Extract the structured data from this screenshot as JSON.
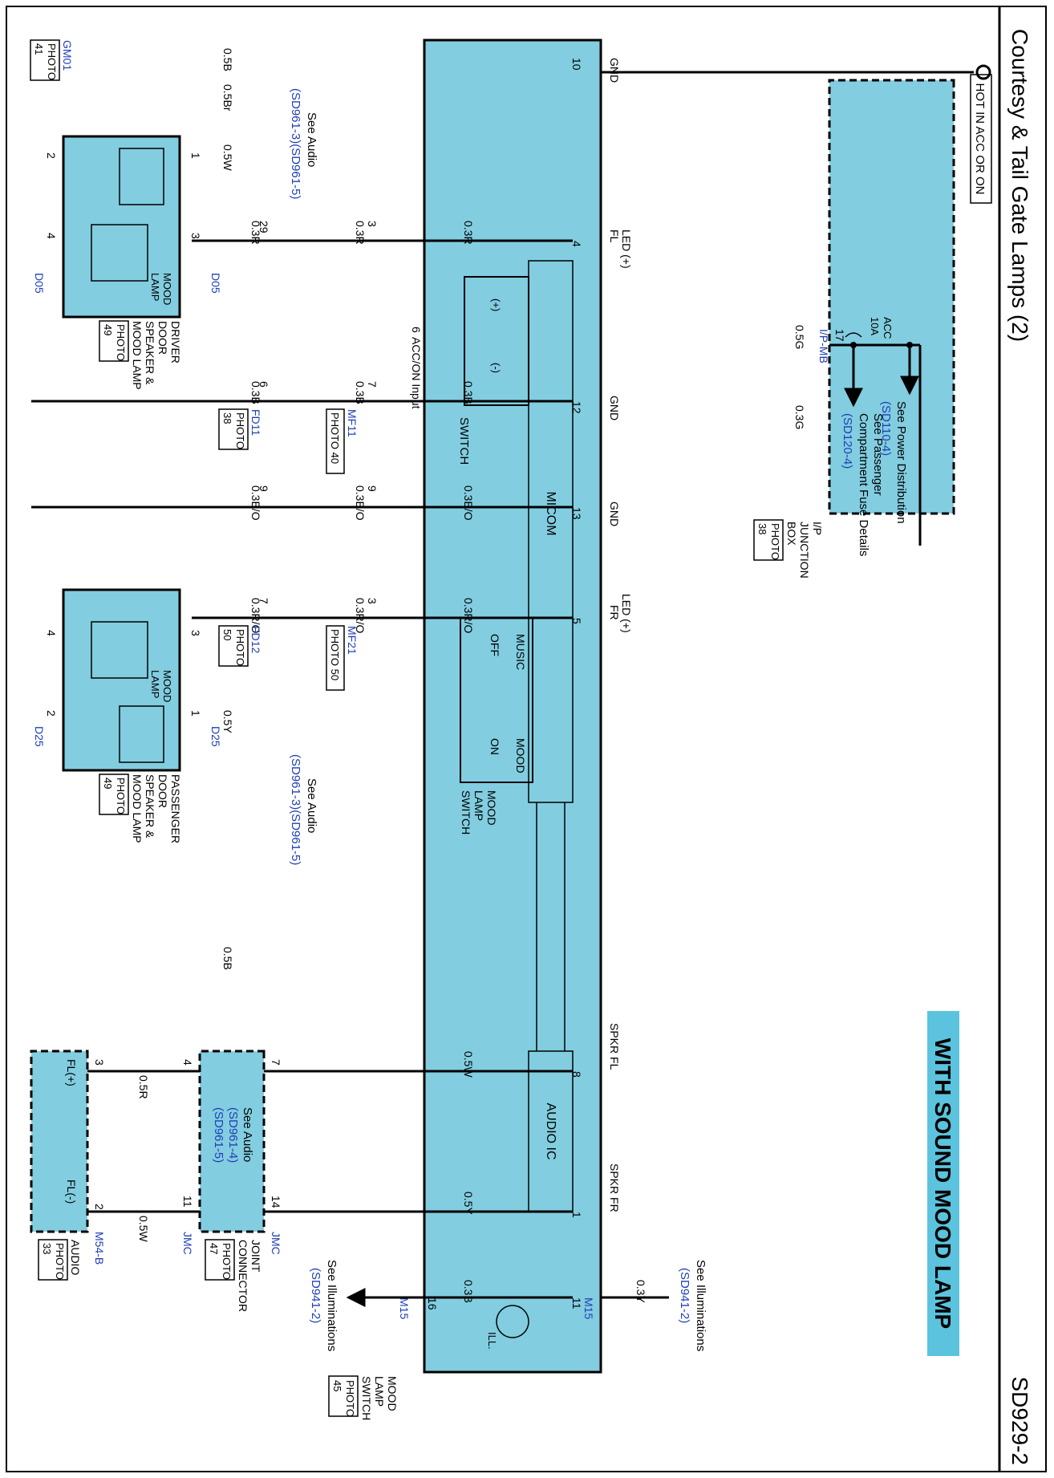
{
  "page": {
    "title": "Courtesy & Tail Gate Lamps (2)",
    "code": "SD929-2",
    "banner": "WITH SOUND MOOD LAMP"
  },
  "ipbox": {
    "hot": "HOT IN ACC OR ON",
    "fuse_name": "ACC",
    "fuse_rating": "10A",
    "pd_see": "See Power Distribution",
    "pd_ref": "(SD110-4)",
    "pf_see1": "See Passenger",
    "pf_see2": "Compartment Fuse Details",
    "pf_ref": "(SD120-4)",
    "label": [
      "I/P",
      "JUNCTION",
      "BOX"
    ],
    "photo": [
      "PHOTO",
      "38"
    ],
    "connector": "I/P-MB",
    "pin": "17",
    "wire1": "0.5G",
    "wire2": "0.3G"
  },
  "switch": {
    "label": [
      "MOOD",
      "LAMP",
      "SWITCH"
    ],
    "photo": [
      "PHOTO",
      "45"
    ],
    "acc_on": "ACC/ON Input",
    "pin_acc": "6",
    "switch_label": "SWITCH",
    "plus": "(+)",
    "minus": "(-)",
    "micom": "MICOM",
    "audio_ic": "AUDIO IC",
    "ill": "ILL.",
    "mls": {
      "off": "OFF",
      "on": "ON",
      "music": "MUSIC",
      "mood": "MOOD",
      "label": [
        "MOOD",
        "LAMP",
        "SWITCH"
      ]
    },
    "pins": {
      "gnd10": "GND",
      "p10": "10",
      "fl": "FL",
      "led_fl": "LED (+)",
      "p4": "4",
      "gnd12": "GND",
      "p12": "12",
      "gnd13": "GND",
      "p13": "13",
      "fr": "FR",
      "led_fr": "LED (+)",
      "p5": "5",
      "spkr_fl": "SPKR FL",
      "p8": "8",
      "spkr_fr": "SPKR FR",
      "p1": "1",
      "p11": "11",
      "p16": "16"
    },
    "connector": "M15"
  },
  "ground": {
    "name": "GM01",
    "photo": [
      "PHOTO",
      "41"
    ],
    "wire1": "0.5B",
    "wire2": "0.5Br"
  },
  "audio_ref_top": {
    "see": "See Audio",
    "ref": "(SD961-3)(SD961-5)"
  },
  "audio_ref_mid": {
    "see": "See Audio",
    "ref": "(SD961-3)(SD961-5)"
  },
  "driver": {
    "label": [
      "DRIVER",
      "DOOR",
      "SPEAKER &",
      "MOOD LAMP"
    ],
    "photo": [
      "PHOTO",
      "49"
    ],
    "mood_lamp": [
      "MOOD",
      "LAMP"
    ],
    "connector": "D05",
    "pin1": "1",
    "pin2": "2",
    "pin3": "3",
    "pin4": "4",
    "wire_sp": "0.5W"
  },
  "passenger": {
    "label": [
      "PASSENGER",
      "DOOR",
      "SPEAKER &",
      "MOOD LAMP"
    ],
    "photo": [
      "PHOTO",
      "49"
    ],
    "mood_lamp": [
      "MOOD",
      "LAMP"
    ],
    "connector": "D25",
    "pin1": "1",
    "pin2": "2",
    "pin3": "3",
    "pin4": "4",
    "wire_sp": "0.5Y",
    "wire_gnd": "0.5B"
  },
  "fl_circuit": {
    "wire_led": "0.3R",
    "mf_pin_led": "3",
    "fd_pin_led": "29",
    "wire_gnd": "0.3B",
    "mf_pin_gnd": "7",
    "fd_pin_gnd": "6",
    "mf": "MF11",
    "mf_photo": "PHOTO 40",
    "fd": "FD11",
    "fd_photo": [
      "PHOTO",
      "38"
    ]
  },
  "fr_circuit": {
    "wire_gnd": "0.3B/O",
    "mf_pin_gnd": "9",
    "fd_pin_gnd": "9",
    "wire_led": "0.3R/O",
    "mf_pin_led": "3",
    "fd_pin_led": "7",
    "mf": "MF21",
    "mf_photo": "PHOTO 50",
    "fd": "FD12",
    "fd_photo": [
      "PHOTO",
      "50"
    ]
  },
  "joint": {
    "see": "See Audio",
    "ref1": "(SD961-4)",
    "ref2": "(SD961-5)",
    "label": [
      "JOINT",
      "CONNECTOR"
    ],
    "photo": [
      "PHOTO",
      "47"
    ],
    "connector": "JMC",
    "pin7": "7",
    "pin4": "4",
    "pin14": "14",
    "pin11": "11"
  },
  "audio_unit": {
    "fl_plus": "FL(+)",
    "fl_minus": "FL(-)",
    "label": [
      "AUDIO"
    ],
    "photo": [
      "PHOTO",
      "33"
    ],
    "connector": "M54-B",
    "pin3": "3",
    "pin2": "2",
    "wire_r": "0.5R",
    "wire_w": "0.5W"
  },
  "speaker_wires": {
    "fl": "0.5W",
    "fr": "0.5Y"
  },
  "illum": {
    "left_see": "See Illuminations",
    "left_ref": "(SD941-2)",
    "left_wire": "0.3B",
    "right_see": "See Illuminations",
    "right_ref": "(SD941-2)",
    "right_wire": "0.3Y"
  }
}
